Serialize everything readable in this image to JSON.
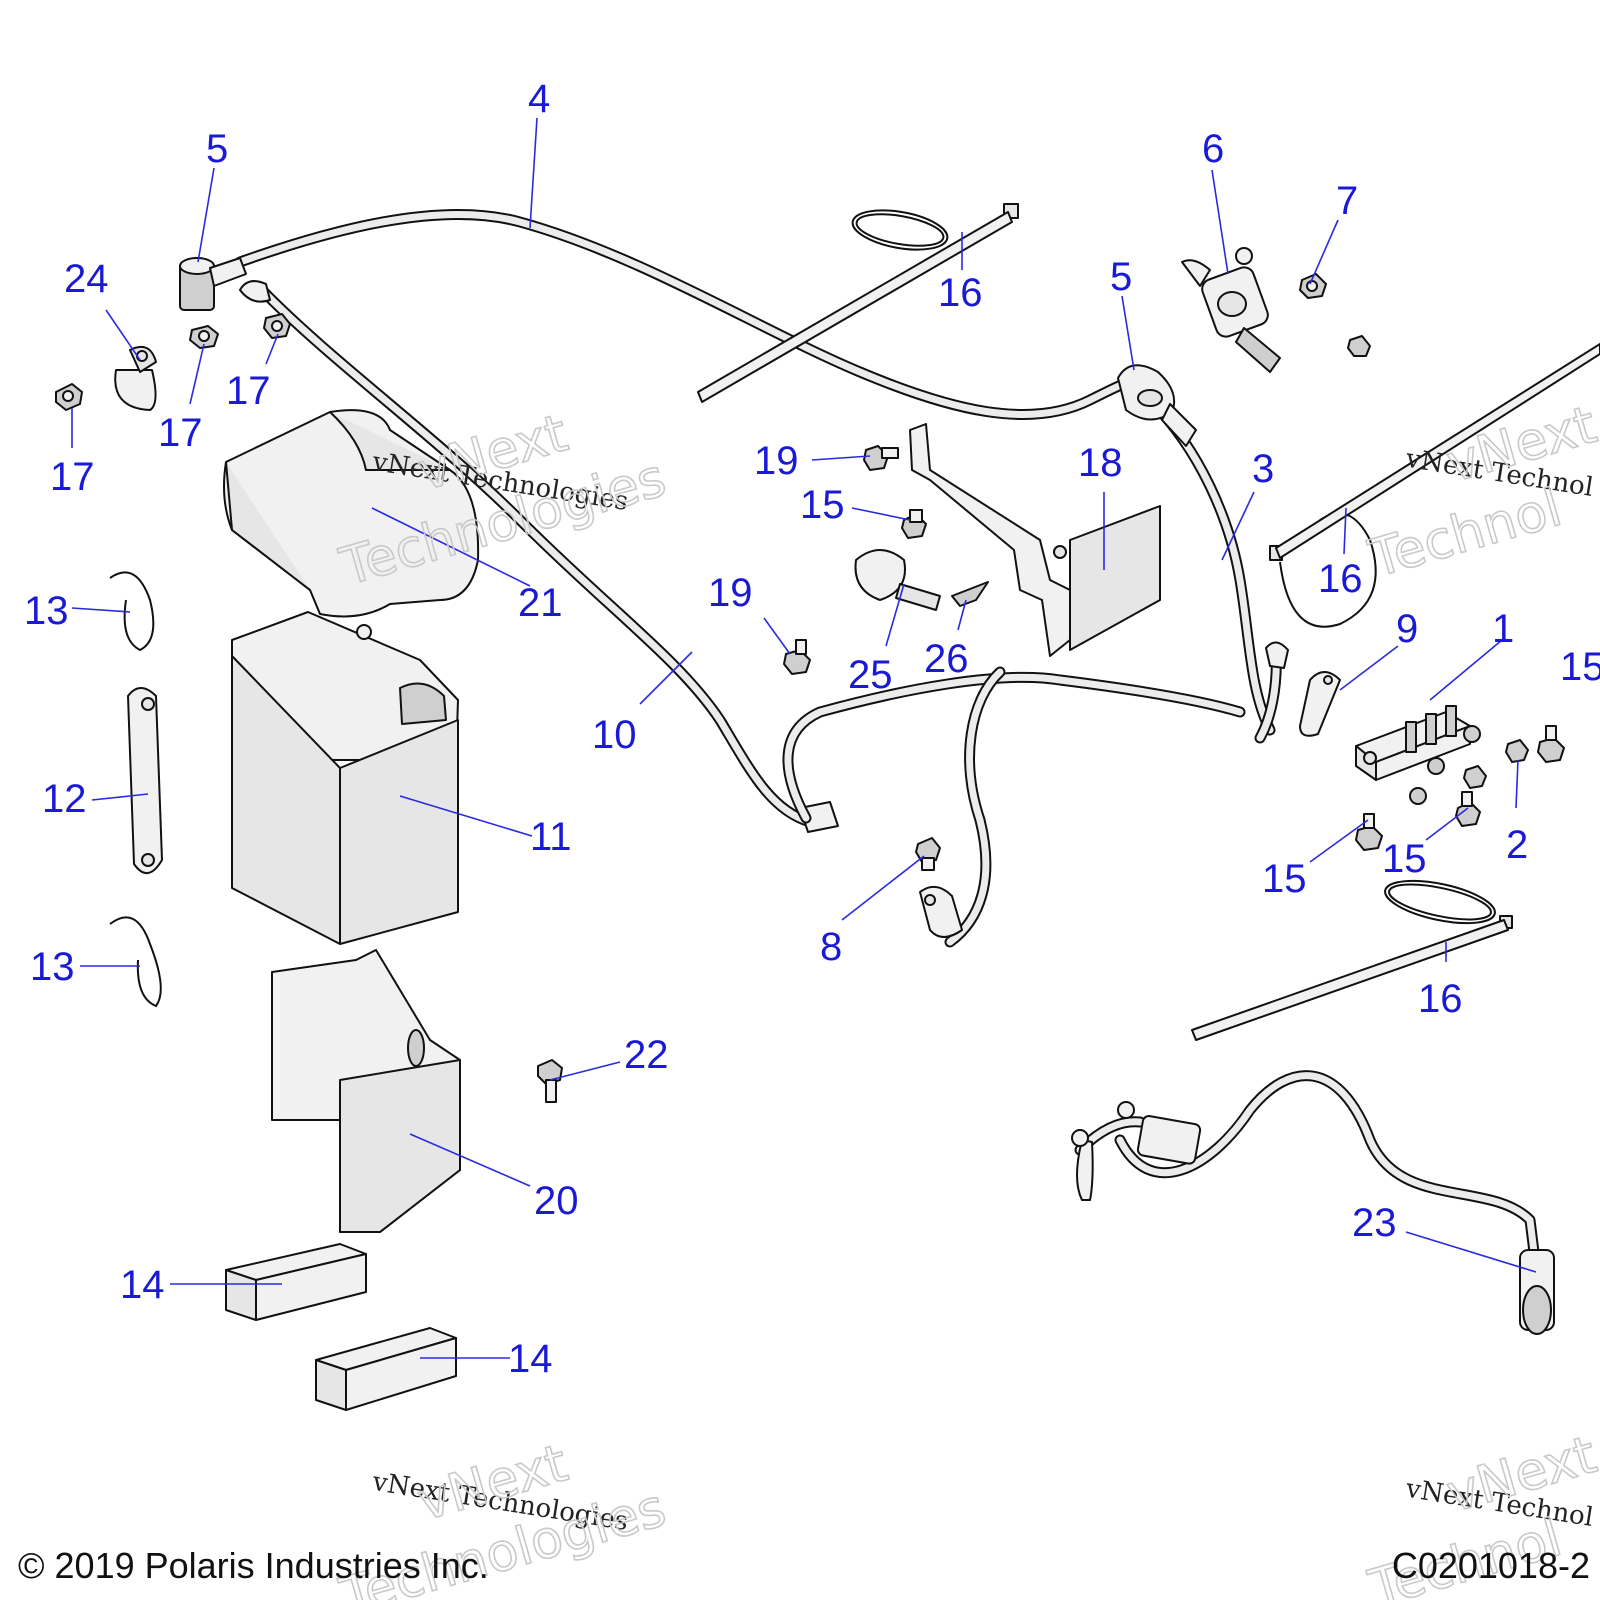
{
  "callouts": [
    {
      "id": "c1",
      "text": "1"
    },
    {
      "id": "c2",
      "text": "2"
    },
    {
      "id": "c3",
      "text": "3"
    },
    {
      "id": "c4",
      "text": "4"
    },
    {
      "id": "c5a",
      "text": "5"
    },
    {
      "id": "c5b",
      "text": "5"
    },
    {
      "id": "c6",
      "text": "6"
    },
    {
      "id": "c7",
      "text": "7"
    },
    {
      "id": "c8",
      "text": "8"
    },
    {
      "id": "c9",
      "text": "9"
    },
    {
      "id": "c10",
      "text": "10"
    },
    {
      "id": "c11",
      "text": "11"
    },
    {
      "id": "c12",
      "text": "12"
    },
    {
      "id": "c13a",
      "text": "13"
    },
    {
      "id": "c13b",
      "text": "13"
    },
    {
      "id": "c14a",
      "text": "14"
    },
    {
      "id": "c14b",
      "text": "14"
    },
    {
      "id": "c15a",
      "text": "15"
    },
    {
      "id": "c15b",
      "text": "15"
    },
    {
      "id": "c15c",
      "text": "15"
    },
    {
      "id": "c15d",
      "text": "15"
    },
    {
      "id": "c16a",
      "text": "16"
    },
    {
      "id": "c16b",
      "text": "16"
    },
    {
      "id": "c16c",
      "text": "16"
    },
    {
      "id": "c17a",
      "text": "17"
    },
    {
      "id": "c17b",
      "text": "17"
    },
    {
      "id": "c17c",
      "text": "17"
    },
    {
      "id": "c18",
      "text": "18"
    },
    {
      "id": "c19a",
      "text": "19"
    },
    {
      "id": "c19b",
      "text": "19"
    },
    {
      "id": "c20",
      "text": "20"
    },
    {
      "id": "c21",
      "text": "21"
    },
    {
      "id": "c22",
      "text": "22"
    },
    {
      "id": "c23",
      "text": "23"
    },
    {
      "id": "c24",
      "text": "24"
    },
    {
      "id": "c25",
      "text": "25"
    },
    {
      "id": "c26",
      "text": "26"
    }
  ],
  "watermark": {
    "line1": "vNext Technologies",
    "line2": "vNext",
    "line3": "Technologies",
    "line1_cut": "vNext Technol",
    "line2_cut": "vNext",
    "line3_cut": "Technol"
  },
  "footer": {
    "copyright": "© 2019 Polaris Industries Inc.",
    "diagram_code": "C0201018-2"
  }
}
